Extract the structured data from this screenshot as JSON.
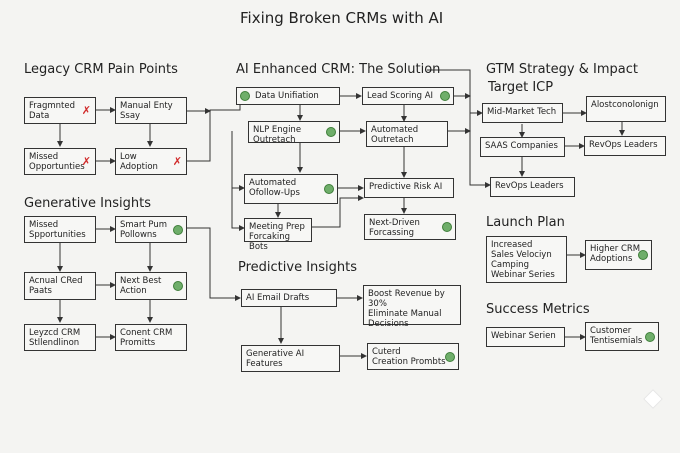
{
  "title": "Fixing Broken CRMs with AI",
  "sections": {
    "pain": "Legacy CRM Pain Points",
    "solution": "AI Enhanced CRM: The Solution",
    "gtm": "GTM Strategy & Impact",
    "icp": "Target ICP",
    "generative": "Generative Insights",
    "predictive": "Predictive Insights",
    "launch": "Launch Plan",
    "metrics": "Success Metrics"
  },
  "nodes": {
    "fragmented": "Fragmnted\nData",
    "manual_entry": "Manual Enty\nSsay",
    "missed_opps": "Missed\nOpportunties",
    "low_adoption": "Low\nAdoption",
    "data_unification": "Data Unifiation",
    "lead_scoring": "Lead Scoring AI",
    "nlp_engine": "NLP Engine\nOutretach",
    "automated_outreach": "Automated\nOutretach",
    "automated_followups": "Automated\nOfollow-Ups",
    "predictive_risk": "Predictive Risk AI",
    "meeting_prep": "Meeting Prep\nForcaking Bots",
    "next_driven": "Next-Driven\nForcassing",
    "gen_missed": "Missed\nSpportunities",
    "smart_fum": "Smart Pum\nPollowns",
    "annual_cred": "Acnual CRed\nPaats",
    "next_best": "Next Best\nAction",
    "leyzcd_crm": "Leyzcd CRM\nStllendlinon",
    "coment_crm": "Conent CRM\nPromitts",
    "ai_email": "AI Email Drafts",
    "boost_revenue": "Boost Revenue by 30%\nEliminate Manual\nDecisions",
    "generative_ai": "Generative AI\nFeatures",
    "cuterd": "Cuterd\nCreation Prombts",
    "mid_market": "Mid-Market Tech",
    "alostcon": "Alostconolonign",
    "saas": "SAAS Companies",
    "revops_right": "RevOps Leaders",
    "revops_mid": "RevOps Leaders",
    "increased": "Increased\nSales Velociyn\nCamping\nWebinar Series",
    "higher_crm": "Higher CRM\nAdoptions",
    "webinar_serien": "Webinar Serien",
    "customer_test": "Customer\nTentisemials"
  },
  "colors": {
    "check": "#6fae6a",
    "cross": "#d12a2a"
  },
  "icons": {
    "check": "green-check-icon",
    "cross": "red-cross-icon"
  }
}
